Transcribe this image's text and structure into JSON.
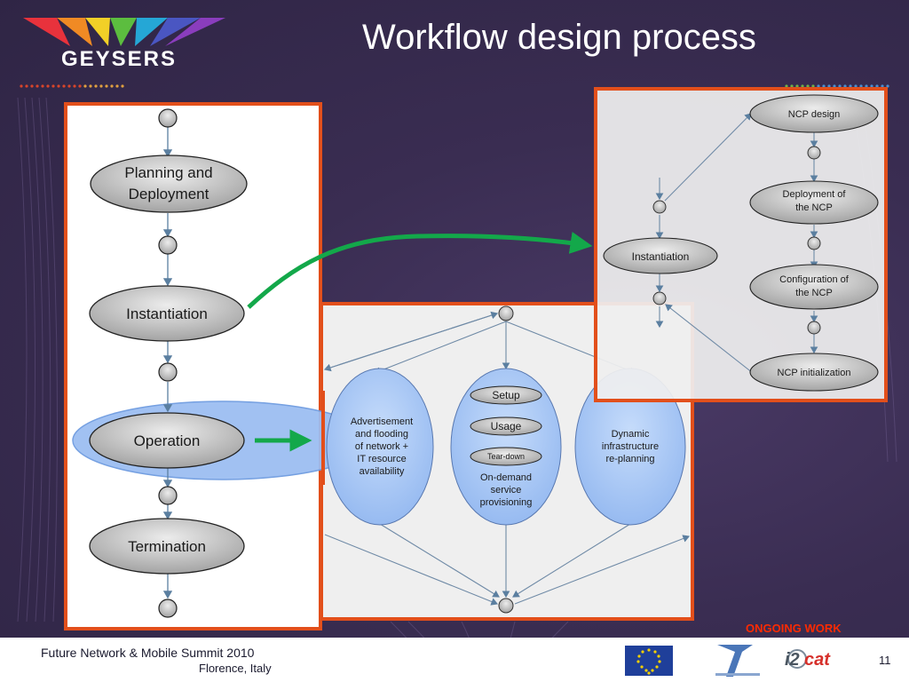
{
  "slide": {
    "title": "Workflow design process",
    "logo": "GEYSERS",
    "status": "ONGOING WORK",
    "page_number": "11"
  },
  "footer": {
    "event": "Future Network & Mobile Summit 2010",
    "location": "Florence, Italy",
    "logos": [
      "eu-flag-icon",
      "fp7-icon",
      "i2cat"
    ]
  },
  "left_workflow": {
    "states": [
      "Planning and Deployment",
      "Instantiation",
      "Operation",
      "Termination"
    ]
  },
  "operation_detail": {
    "nodes": {
      "advertisement": [
        "Advertisement",
        "and flooding",
        "of network +",
        "IT resource",
        "availability"
      ],
      "setup": "Setup",
      "usage": "Usage",
      "teardown": "Tear-down",
      "provisioning": [
        "On-demand",
        "service",
        "provisioning"
      ],
      "replanning": [
        "Dynamic",
        "infrastructure",
        "re-planning"
      ]
    }
  },
  "instantiation_detail": {
    "instantiation": "Instantiation",
    "ncp_design": "NCP design",
    "deployment": [
      "Deployment of",
      "the NCP"
    ],
    "configuration": [
      "Configuration of",
      "the NCP"
    ],
    "initialization": "NCP initialization"
  },
  "colors": {
    "accent_border": "#e24f1b",
    "arrow_green": "#13a84a",
    "background": "#3a2d52",
    "status_red": "#ff2a00"
  }
}
